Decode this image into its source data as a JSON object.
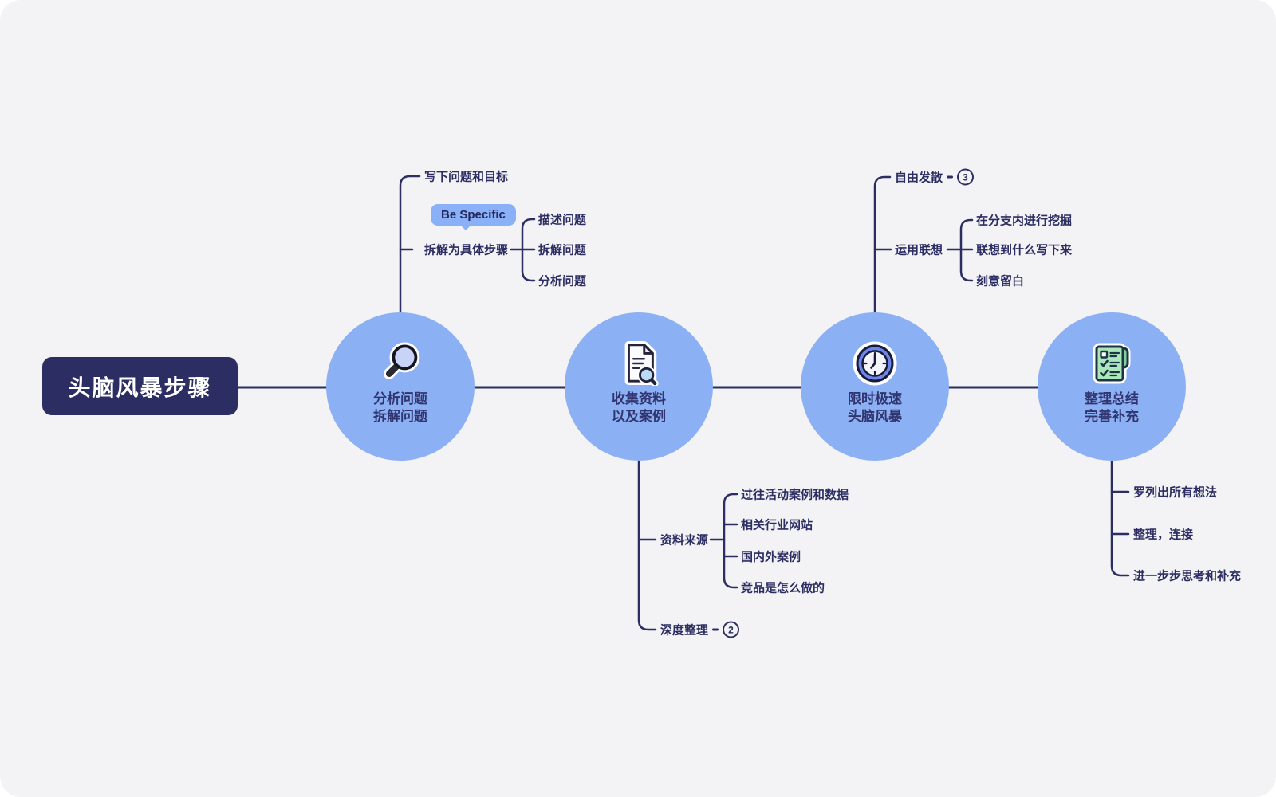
{
  "root": {
    "label": "头脑风暴步骤"
  },
  "nodes": [
    {
      "label": "分析问题\n拆解问题",
      "icon": "magnifier-icon"
    },
    {
      "label": "收集资料\n以及案例",
      "icon": "document-search-icon"
    },
    {
      "label": "限时极速\n头脑风暴",
      "icon": "clock-icon"
    },
    {
      "label": "整理总结\n完善补充",
      "icon": "checklist-icon"
    }
  ],
  "branches": {
    "node1_top": {
      "item1": "写下问题和目标",
      "item2": "拆解为具体步骤",
      "tooltip": "Be Specific",
      "children": [
        "描述问题",
        "拆解问题",
        "分析问题"
      ]
    },
    "node3_top": {
      "item1": "自由发散",
      "item1_badge": "3",
      "item2": "运用联想",
      "children": [
        "在分支内进行挖掘",
        "联想到什么写下来",
        "刻意留白"
      ]
    },
    "node2_bottom": {
      "item1": "资料来源",
      "children": [
        "过往活动案例和数据",
        "相关行业网站",
        "国内外案例",
        "竞品是怎么做的"
      ],
      "item2": "深度整理",
      "item2_badge": "2"
    },
    "node4_bottom": {
      "items": [
        "罗列出所有想法",
        "整理，连接",
        "进一步步思考和补充"
      ]
    }
  },
  "colors": {
    "canvas_background": "#f3f3f5",
    "line_navy": "#2b2d63",
    "root_background": "#2b2d63",
    "root_text": "#ffffff",
    "circle_blue": "#8cb0f4",
    "circle_text": "#30356f",
    "tooltip_blue": "#8ab0f8",
    "checklist_green": "#abe7ba",
    "clock_ring_blue": "#6d87e9",
    "lens_blue": "#b9ddf4"
  }
}
